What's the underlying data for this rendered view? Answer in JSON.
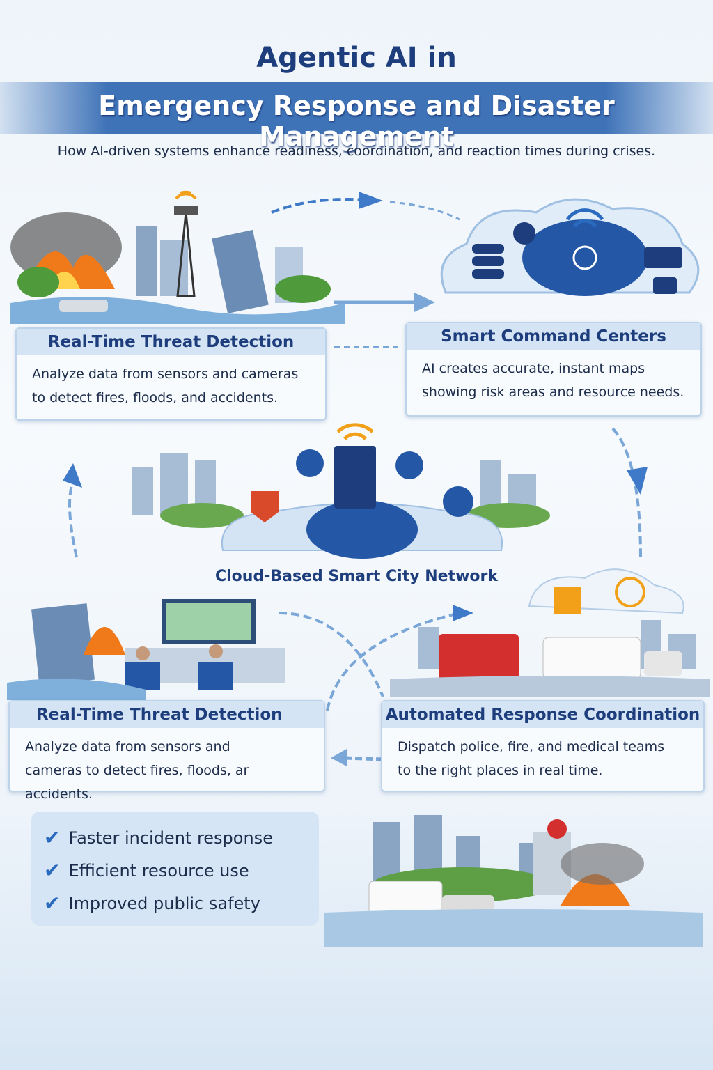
{
  "header": {
    "title_line1": "Agentic AI in",
    "title_line2": "Emergency Response and Disaster Management",
    "subtitle": "How AI-driven systems enhance readiness, coordination, and reaction times during crises."
  },
  "cards": [
    {
      "title": "Real-Time Threat Detection",
      "body_lines": [
        "Analyze data from sensors and cameras",
        "to detect fires, floods, and accidents."
      ]
    },
    {
      "title": "Smart Command Centers",
      "body_lines": [
        "AI creates accurate, instant maps",
        "showing risk areas and resource needs."
      ]
    },
    {
      "title": "Real-Time Threat Detection",
      "body_lines": [
        "Analyze data from sensors and",
        "cameras to detect fires, floods, ar accidents."
      ]
    },
    {
      "title": "Automated Response Coordination",
      "body_lines": [
        "Dispatch police, fire, and medical teams",
        "to the right places in real time."
      ]
    }
  ],
  "network": {
    "label": "Cloud-Based Smart City Network"
  },
  "benefits": [
    "Faster incident response",
    "Efficient resource use",
    "Improved public safety"
  ],
  "colors": {
    "primary": "#1d3d7c",
    "accent": "#3f73b8",
    "fire": "#f07a1a",
    "check": "#2a6bc0"
  }
}
